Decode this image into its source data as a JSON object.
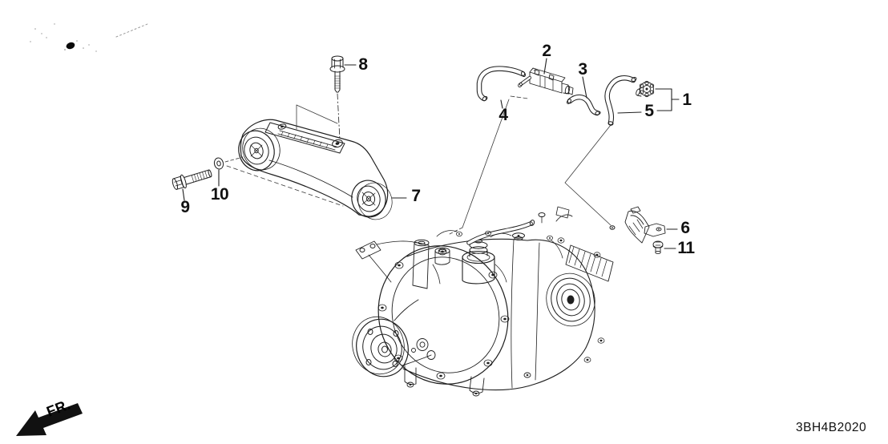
{
  "colors": {
    "line_art": "#1f1f1f",
    "background": "#ffffff",
    "label_text": "#111111"
  },
  "callouts": [
    "1",
    "2",
    "3",
    "4",
    "5",
    "6",
    "7",
    "8",
    "9",
    "10",
    "11"
  ],
  "direction_label": "FR.",
  "drawing_code": "3BH4B2020"
}
